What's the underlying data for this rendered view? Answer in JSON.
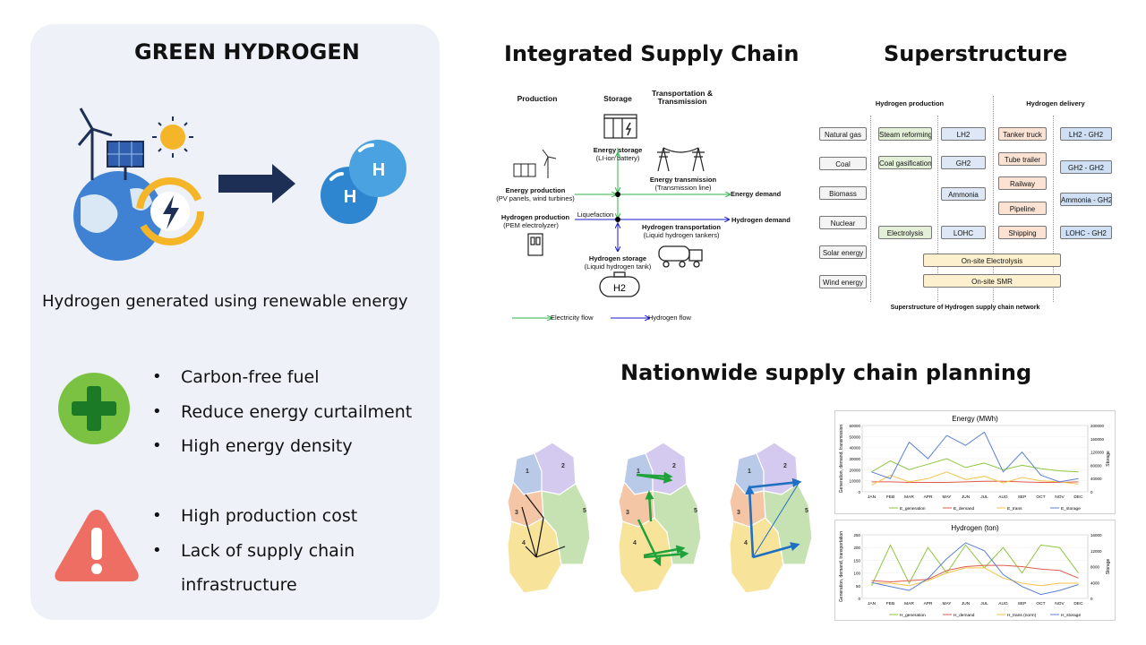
{
  "left": {
    "title": "GREEN HYDROGEN",
    "caption": "Hydrogen generated using renewable energy",
    "h_symbol": "H",
    "pros": [
      "Carbon-free fuel",
      "Reduce energy curtailment",
      "High energy density"
    ],
    "cons": [
      "High production cost",
      "Lack of supply chain",
      "infrastructure"
    ]
  },
  "supply_chain": {
    "title": "Integrated Supply Chain",
    "col_production": "Production",
    "col_storage": "Storage",
    "col_transport": "Transportation & Transmission",
    "energy_storage": "Energy storage",
    "energy_storage_sub": "(LI-ion battery)",
    "energy_production": "Energy production",
    "energy_production_sub": "(PV panels, wind turbines)",
    "energy_transmission": "Energy transmission",
    "energy_transmission_sub": "(Transmission line)",
    "energy_demand": "Energy demand",
    "liquefaction": "Liquefaction",
    "hydrogen_production": "Hydrogen production",
    "hydrogen_production_sub": "(PEM electrolyzer)",
    "hydrogen_transportation": "Hydrogen transportation",
    "hydrogen_transportation_sub": "(Liquid hydrogen tankers)",
    "hydrogen_demand": "Hydrogen demand",
    "hydrogen_storage": "Hydrogen storage",
    "hydrogen_storage_sub": "(Liquid hydrogen tank)",
    "h2_tank_label": "H2",
    "legend_electricity": "Electricity flow",
    "legend_hydrogen": "Hydrogen flow",
    "colors": {
      "electricity": "#2db34a",
      "hydrogen": "#1a1acc"
    }
  },
  "superstructure": {
    "title": "Superstructure",
    "header_production": "Hydrogen production",
    "header_delivery": "Hydrogen delivery",
    "sources": [
      "Natural gas",
      "Coal",
      "Biomass",
      "Nuclear",
      "Solar energy",
      "Wind energy"
    ],
    "processes": [
      "Steam reforming",
      "Coal gasification",
      "Electrolysis"
    ],
    "forms": [
      "LH2",
      "GH2",
      "Ammonia",
      "LOHC"
    ],
    "modes": [
      "Tanker truck",
      "Tube trailer",
      "Railway",
      "Pipeline",
      "Shipping"
    ],
    "conversions": [
      "LH2 - GH2",
      "GH2 - GH2",
      "Ammonia - GH2",
      "LOHC - GH2"
    ],
    "onsite": [
      "On-site Electrolysis",
      "On-site SMR"
    ],
    "caption": "Superstructure of Hydrogen supply chain network",
    "colors": {
      "source": "#f4f4f4",
      "process": "#e3efd6",
      "form": "#dde7f6",
      "mode": "#fbe2d2",
      "conversion": "#cfe0f5",
      "onsite": "#fdf0cf"
    }
  },
  "nationwide": {
    "title": "Nationwide supply chain planning",
    "region_labels": [
      "1",
      "2",
      "3",
      "4",
      "5"
    ],
    "region_colors": [
      "#b9c9e8",
      "#d4c9ee",
      "#f4c6a5",
      "#f8e39a",
      "#c7e2b2"
    ]
  },
  "chart_data": [
    {
      "type": "line",
      "title": "Energy (MWh)",
      "ylabel": "Generation, demand, transmission",
      "y2label": "Storage",
      "ylim": [
        0,
        60000
      ],
      "y2lim": [
        0,
        200000
      ],
      "yticks": [
        "0",
        "10000",
        "20000",
        "30000",
        "40000",
        "50000",
        "60000"
      ],
      "y2ticks": [
        "0",
        "40000",
        "80000",
        "120000",
        "160000",
        "200000"
      ],
      "categories": [
        "JAN",
        "FEB",
        "MAR",
        "APR",
        "MAY",
        "JUN",
        "JUL",
        "AUG",
        "SEP",
        "OCT",
        "NOV",
        "DEC"
      ],
      "series": [
        {
          "name": "E_generation",
          "color": "#8ec63f",
          "values": [
            18000,
            28000,
            20000,
            25000,
            30000,
            22000,
            26000,
            20000,
            24000,
            21000,
            19000,
            18000
          ]
        },
        {
          "name": "E_demand",
          "color": "#e05a4e",
          "values": [
            9000,
            9000,
            8500,
            8500,
            8500,
            9000,
            9500,
            9500,
            9000,
            8500,
            8500,
            9000
          ]
        },
        {
          "name": "E_trans",
          "color": "#f3c34a",
          "values": [
            6000,
            15000,
            9000,
            12000,
            18000,
            11000,
            14000,
            8000,
            13000,
            10000,
            9000,
            7000
          ]
        },
        {
          "name": "E_storage",
          "color": "#5b7fd6",
          "values": [
            60000,
            40000,
            150000,
            100000,
            170000,
            140000,
            180000,
            60000,
            120000,
            50000,
            30000,
            40000
          ]
        }
      ]
    },
    {
      "type": "line",
      "title": "Hydrogen (ton)",
      "ylabel": "Generation, demand, transportation",
      "y2label": "Storage",
      "ylim": [
        0,
        250
      ],
      "y2lim": [
        0,
        16000
      ],
      "yticks": [
        "0",
        "50",
        "100",
        "150",
        "200",
        "250"
      ],
      "y2ticks": [
        "0",
        "4000",
        "8000",
        "12000",
        "16000"
      ],
      "categories": [
        "JAN",
        "FEB",
        "MAR",
        "APR",
        "MAY",
        "JUN",
        "JUL",
        "AUG",
        "SEP",
        "OCT",
        "NOV",
        "DEC"
      ],
      "series": [
        {
          "name": "H_generation",
          "color": "#8ec63f",
          "values": [
            50,
            210,
            60,
            200,
            100,
            210,
            120,
            200,
            100,
            210,
            200,
            100
          ]
        },
        {
          "name": "H_demand",
          "color": "#e05a4e",
          "values": [
            70,
            65,
            70,
            75,
            110,
            125,
            130,
            130,
            125,
            115,
            110,
            80
          ]
        },
        {
          "name": "H_trans (norm)",
          "color": "#f3c34a",
          "values": [
            60,
            60,
            50,
            70,
            100,
            120,
            120,
            80,
            60,
            50,
            60,
            60
          ]
        },
        {
          "name": "H_storage",
          "color": "#5b7fd6",
          "values": [
            4000,
            3000,
            2000,
            5000,
            10000,
            14000,
            12000,
            6000,
            3000,
            1000,
            2000,
            3500
          ]
        }
      ]
    }
  ]
}
